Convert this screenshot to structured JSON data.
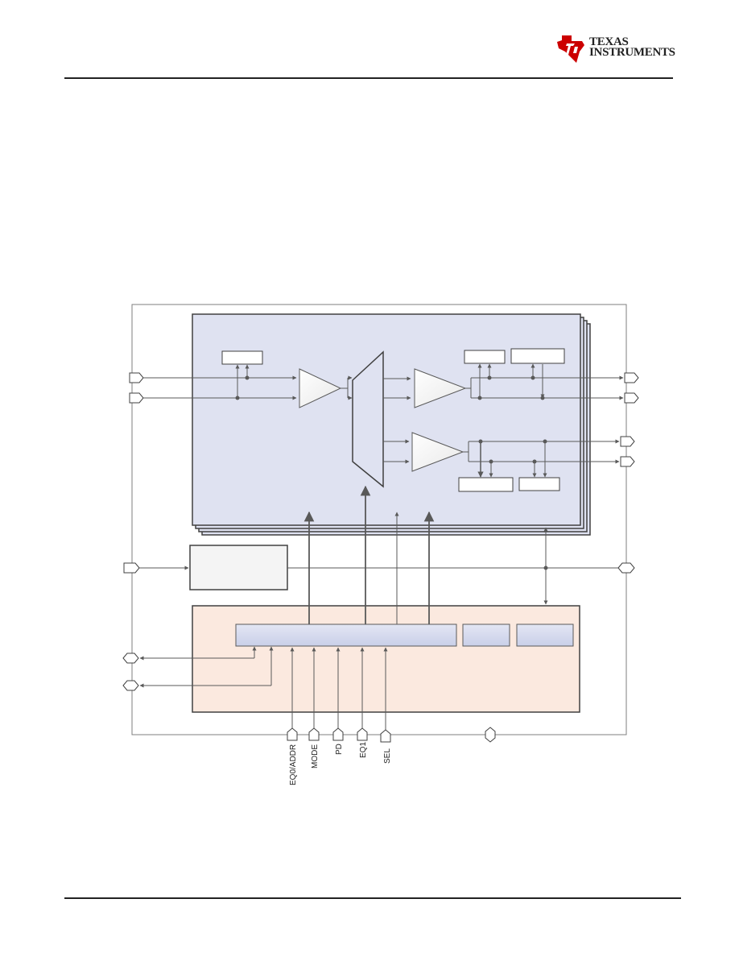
{
  "header": {
    "logo_line1": "TEXAS",
    "logo_line2": "INSTRUMENTS",
    "brand_color": "#cc0000"
  },
  "diagram": {
    "bottom_pins": [
      "EQ0/ADDR",
      "MODE",
      "PD",
      "EQ1",
      "SEL"
    ],
    "colors": {
      "channel_block": "#dfe2f1",
      "control_block": "#fbe9df",
      "register_bar": "#d5d9ee",
      "line": "#595959"
    }
  }
}
